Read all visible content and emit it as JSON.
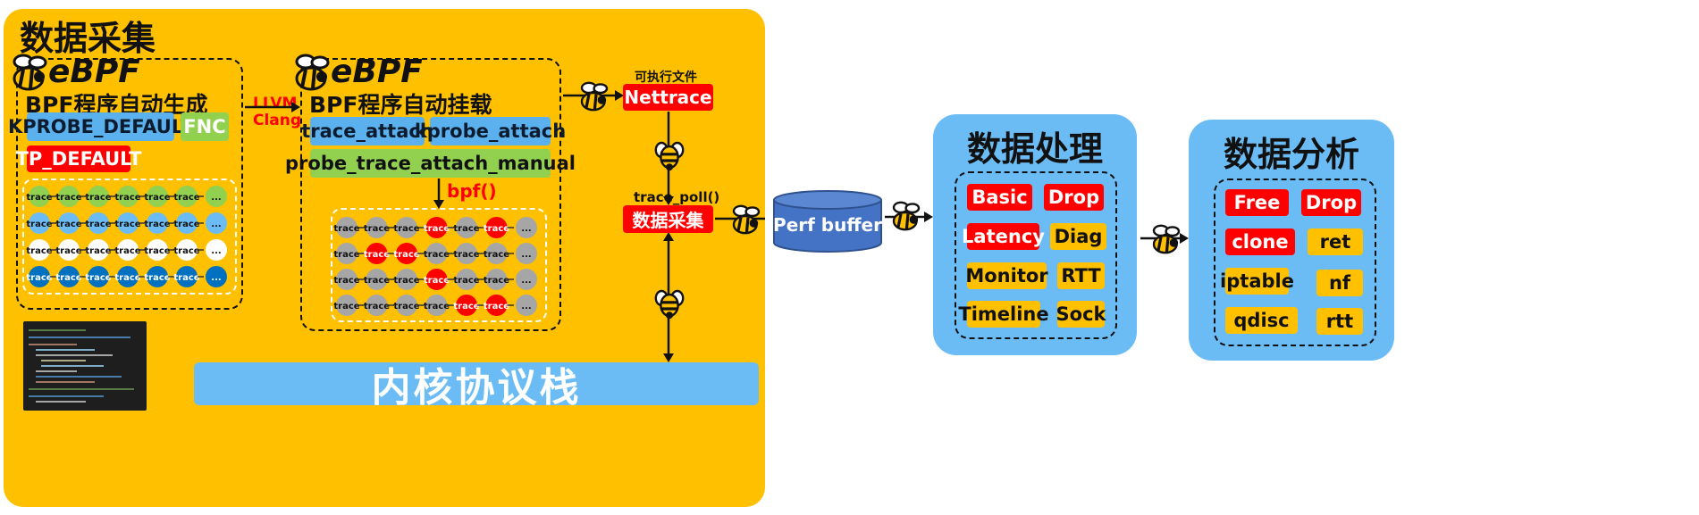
{
  "collect": {
    "title": "数据采集",
    "ebpf_logo": "eBPF",
    "gen": {
      "title": "BPF程序自动生成",
      "chips": [
        "KPROBE_DEFAULT",
        "FNC",
        "TP_DEFAULT"
      ],
      "node": "trace",
      "ellipsis": "..."
    },
    "llvm": [
      "LLVM",
      "Clang"
    ],
    "attach": {
      "title": "BPF程序自动挂载",
      "chips": [
        "trace_attach",
        "kprobe_attach",
        "probe_trace_attach_manual"
      ],
      "bpf_call": "bpf()",
      "node": "trace",
      "ellipsis": "..."
    },
    "exe_label": "可执行文件",
    "nettrace": "Nettrace",
    "trace_poll": "trace_poll()",
    "collect_btn": "数据采集",
    "kernel": "内核协议栈"
  },
  "perf_buffer": "Perf buffer",
  "processing": {
    "title": "数据处理",
    "items": [
      "Basic",
      "Drop",
      "Latency",
      "Diag",
      "Monitor",
      "RTT",
      "Timeline",
      "Sock"
    ]
  },
  "analysis": {
    "title": "数据分析",
    "items": [
      "Free",
      "Drop",
      "clone",
      "ret",
      "iptable",
      "nf",
      "qdisc",
      "rtt"
    ]
  },
  "colors": {
    "yellow": "#FFC000",
    "blue": "#6BBCF5",
    "red": "#FF0000",
    "green": "#92D050",
    "dark_blue": "#0070C0",
    "gray": "#A6A6A6",
    "perf_blue": "#4472C4"
  },
  "icons": [
    "bee-icon"
  ]
}
